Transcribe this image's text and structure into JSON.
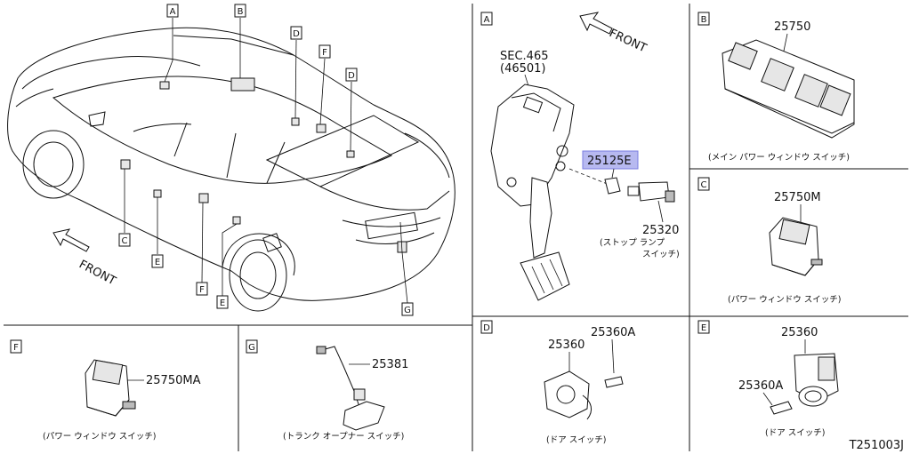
{
  "diagram": {
    "code": "T251003J",
    "front_label": "FRONT",
    "overview_tags": [
      "A",
      "B",
      "D",
      "F",
      "D",
      "C",
      "E",
      "F",
      "E",
      "G"
    ],
    "panels": {
      "A": {
        "tag": "A",
        "sec_line1": "SEC.465",
        "sec_line2": "(46501)",
        "part_highlight": "25125E",
        "part_switch": "25320",
        "caption_line1": "(ストップ ランプ",
        "caption_line2": "スイッチ)",
        "highlight_color": "#b7b9f0"
      },
      "B": {
        "tag": "B",
        "part": "25750",
        "caption": "(メイン パワー ウィンドウ スイッチ)"
      },
      "C": {
        "tag": "C",
        "part": "25750M",
        "caption": "(パワー ウィンドウ スイッチ)"
      },
      "D": {
        "tag": "D",
        "part_a": "25360",
        "part_b": "25360A",
        "caption": "(ドア スイッチ)"
      },
      "E": {
        "tag": "E",
        "part_a": "25360",
        "part_b": "25360A",
        "caption": "(ドア スイッチ)"
      },
      "F": {
        "tag": "F",
        "part": "25750MA",
        "caption": "(パワー ウィンドウ スイッチ)"
      },
      "G": {
        "tag": "G",
        "part": "25381",
        "caption": "(トランク オープナー スイッチ)"
      }
    }
  }
}
